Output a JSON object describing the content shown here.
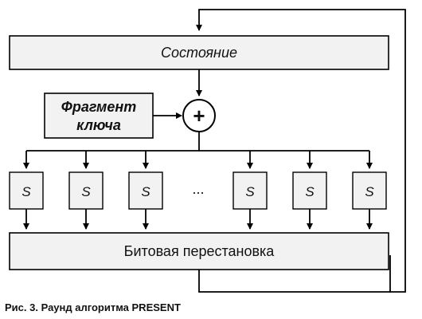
{
  "diagram": {
    "state_label": "Состояние",
    "key_label_line1": "Фрагмент",
    "key_label_line2": "ключа",
    "xor_symbol": "+",
    "sbox_label": "S",
    "ellipsis": "...",
    "permutation_label": "Битовая перестановка",
    "caption": "Рис. 3. Раунд алгоритма PRESENT"
  }
}
